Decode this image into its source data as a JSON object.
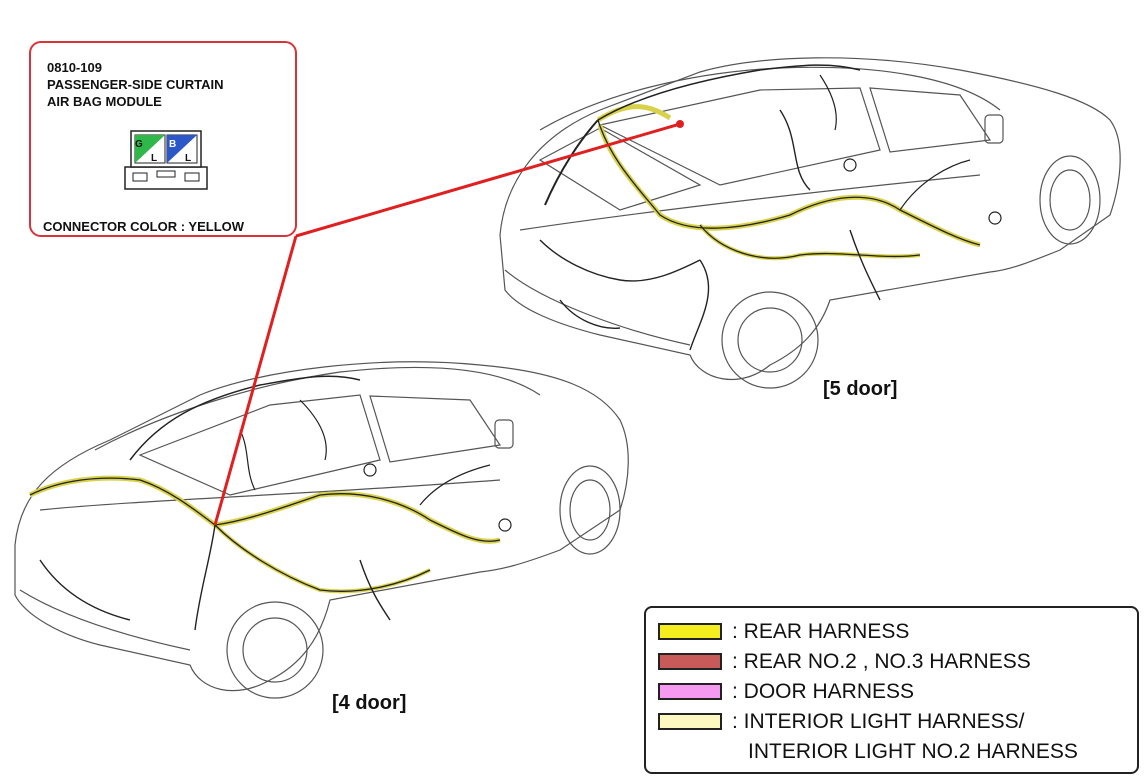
{
  "callout": {
    "code": "0810-109",
    "title_line1": "PASSENGER-SIDE CURTAIN",
    "title_line2": "AIR BAG MODULE",
    "connector_color": "CONNECTOR COLOR : YELLOW",
    "pins": [
      {
        "top": "G",
        "bottom": "L",
        "color": "#2fb84a"
      },
      {
        "top": "B",
        "bottom": "L",
        "color": "#2b57c9"
      }
    ],
    "border_color": "#d9333a"
  },
  "labels": {
    "five_door": "[5 door]",
    "four_door": "[4 door]"
  },
  "legend": {
    "items": [
      {
        "text": ": REAR HARNESS",
        "color": "#f5ee1f"
      },
      {
        "text": ": REAR NO.2 , NO.3 HARNESS",
        "color": "#c85a5a"
      },
      {
        "text": ": DOOR HARNESS",
        "color": "#f59af0"
      },
      {
        "text": ": INTERIOR LIGHT HARNESS/",
        "color": "#fdf8c0"
      }
    ],
    "continuation": "INTERIOR LIGHT NO.2 HARNESS"
  },
  "colors": {
    "leader_line": "#e02020",
    "harness_rear": "#d8d24a",
    "harness_wire": "#222222",
    "car_outline": "#555555"
  }
}
